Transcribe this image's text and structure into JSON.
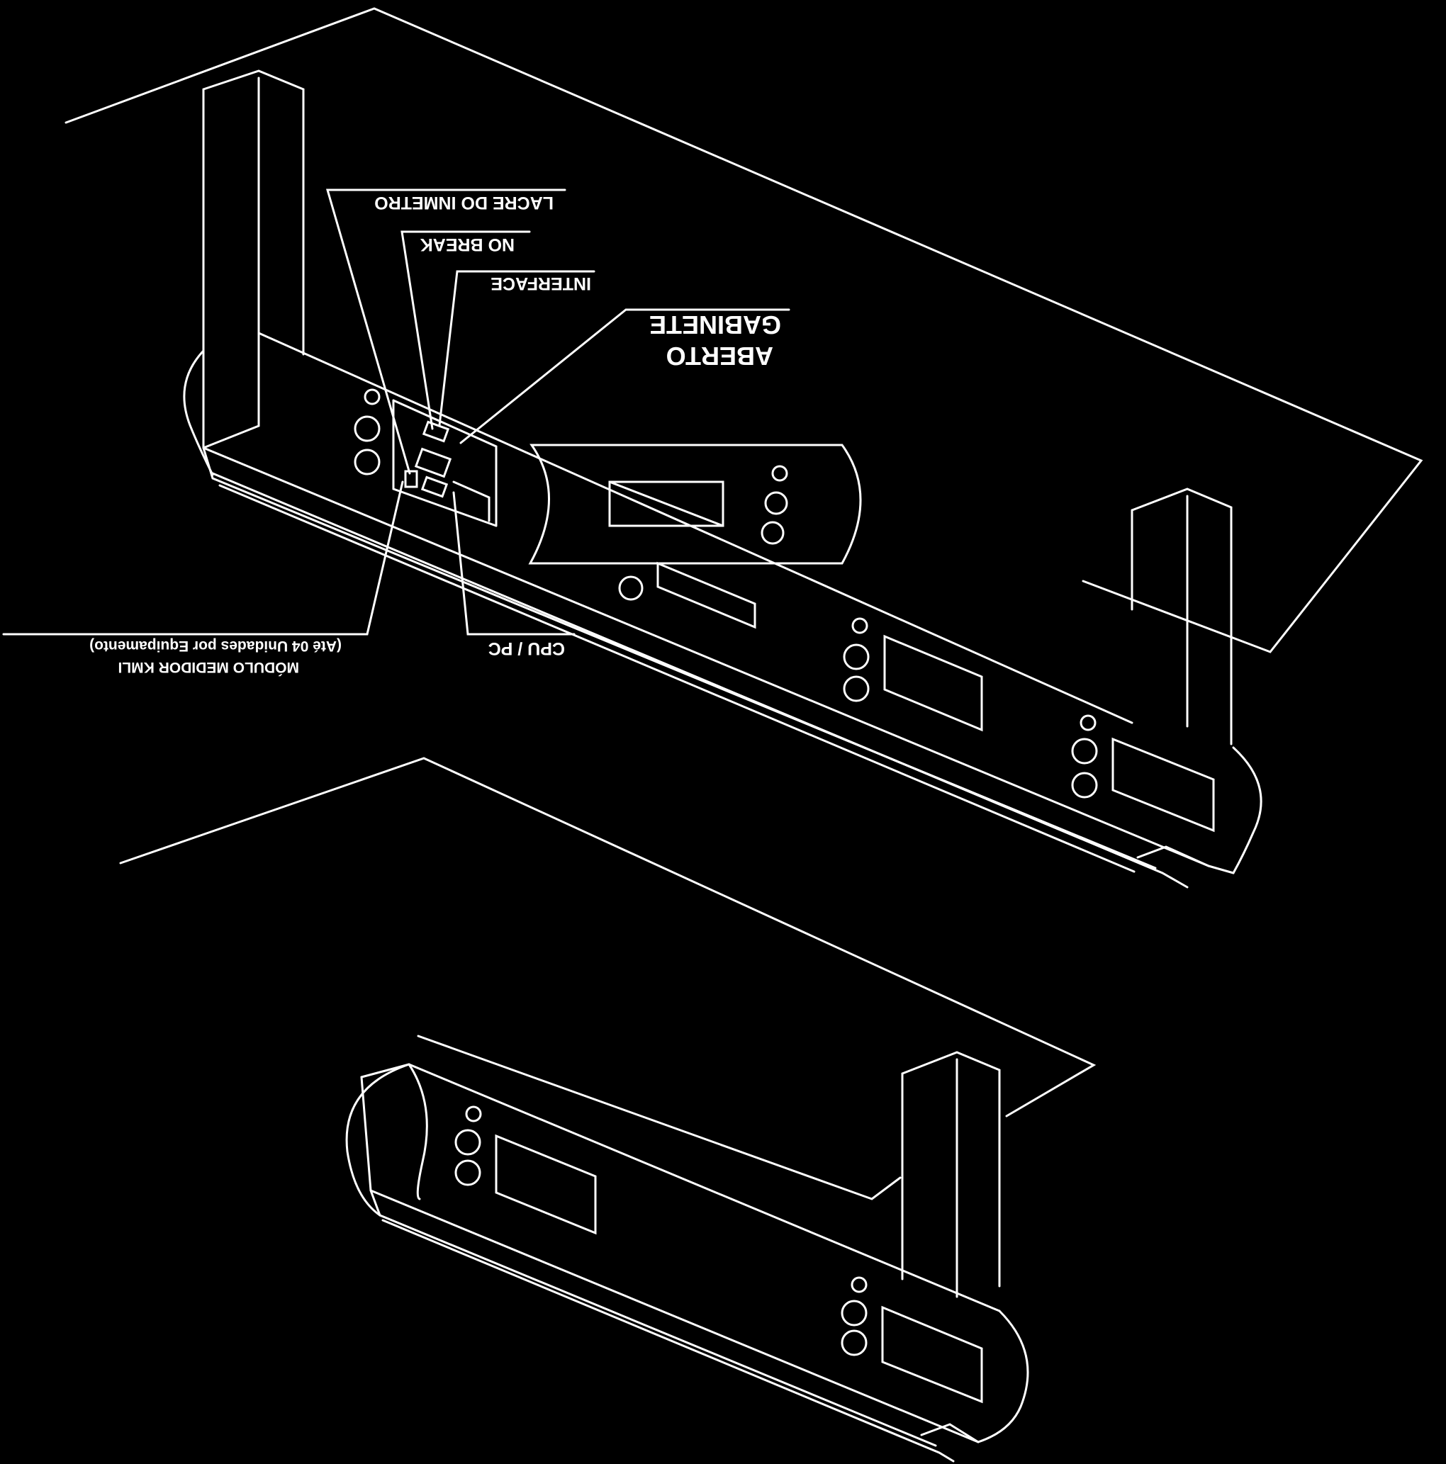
{
  "diagram": {
    "labels": {
      "lacre": "LACRE DO INMETRO",
      "no_break": "NO BREAK",
      "interface": "INTERFACE",
      "gabinete_line1": "GABINETE",
      "gabinete_line2": "ABERTO",
      "cpu": "CPU / PC",
      "modulo_line1": "MÓDULO MEDIDOR KMLI",
      "modulo_line2": "(Até 04 Unidades por Equipamento)"
    },
    "colors": {
      "background": "#000000",
      "line": "#ffffff"
    }
  }
}
